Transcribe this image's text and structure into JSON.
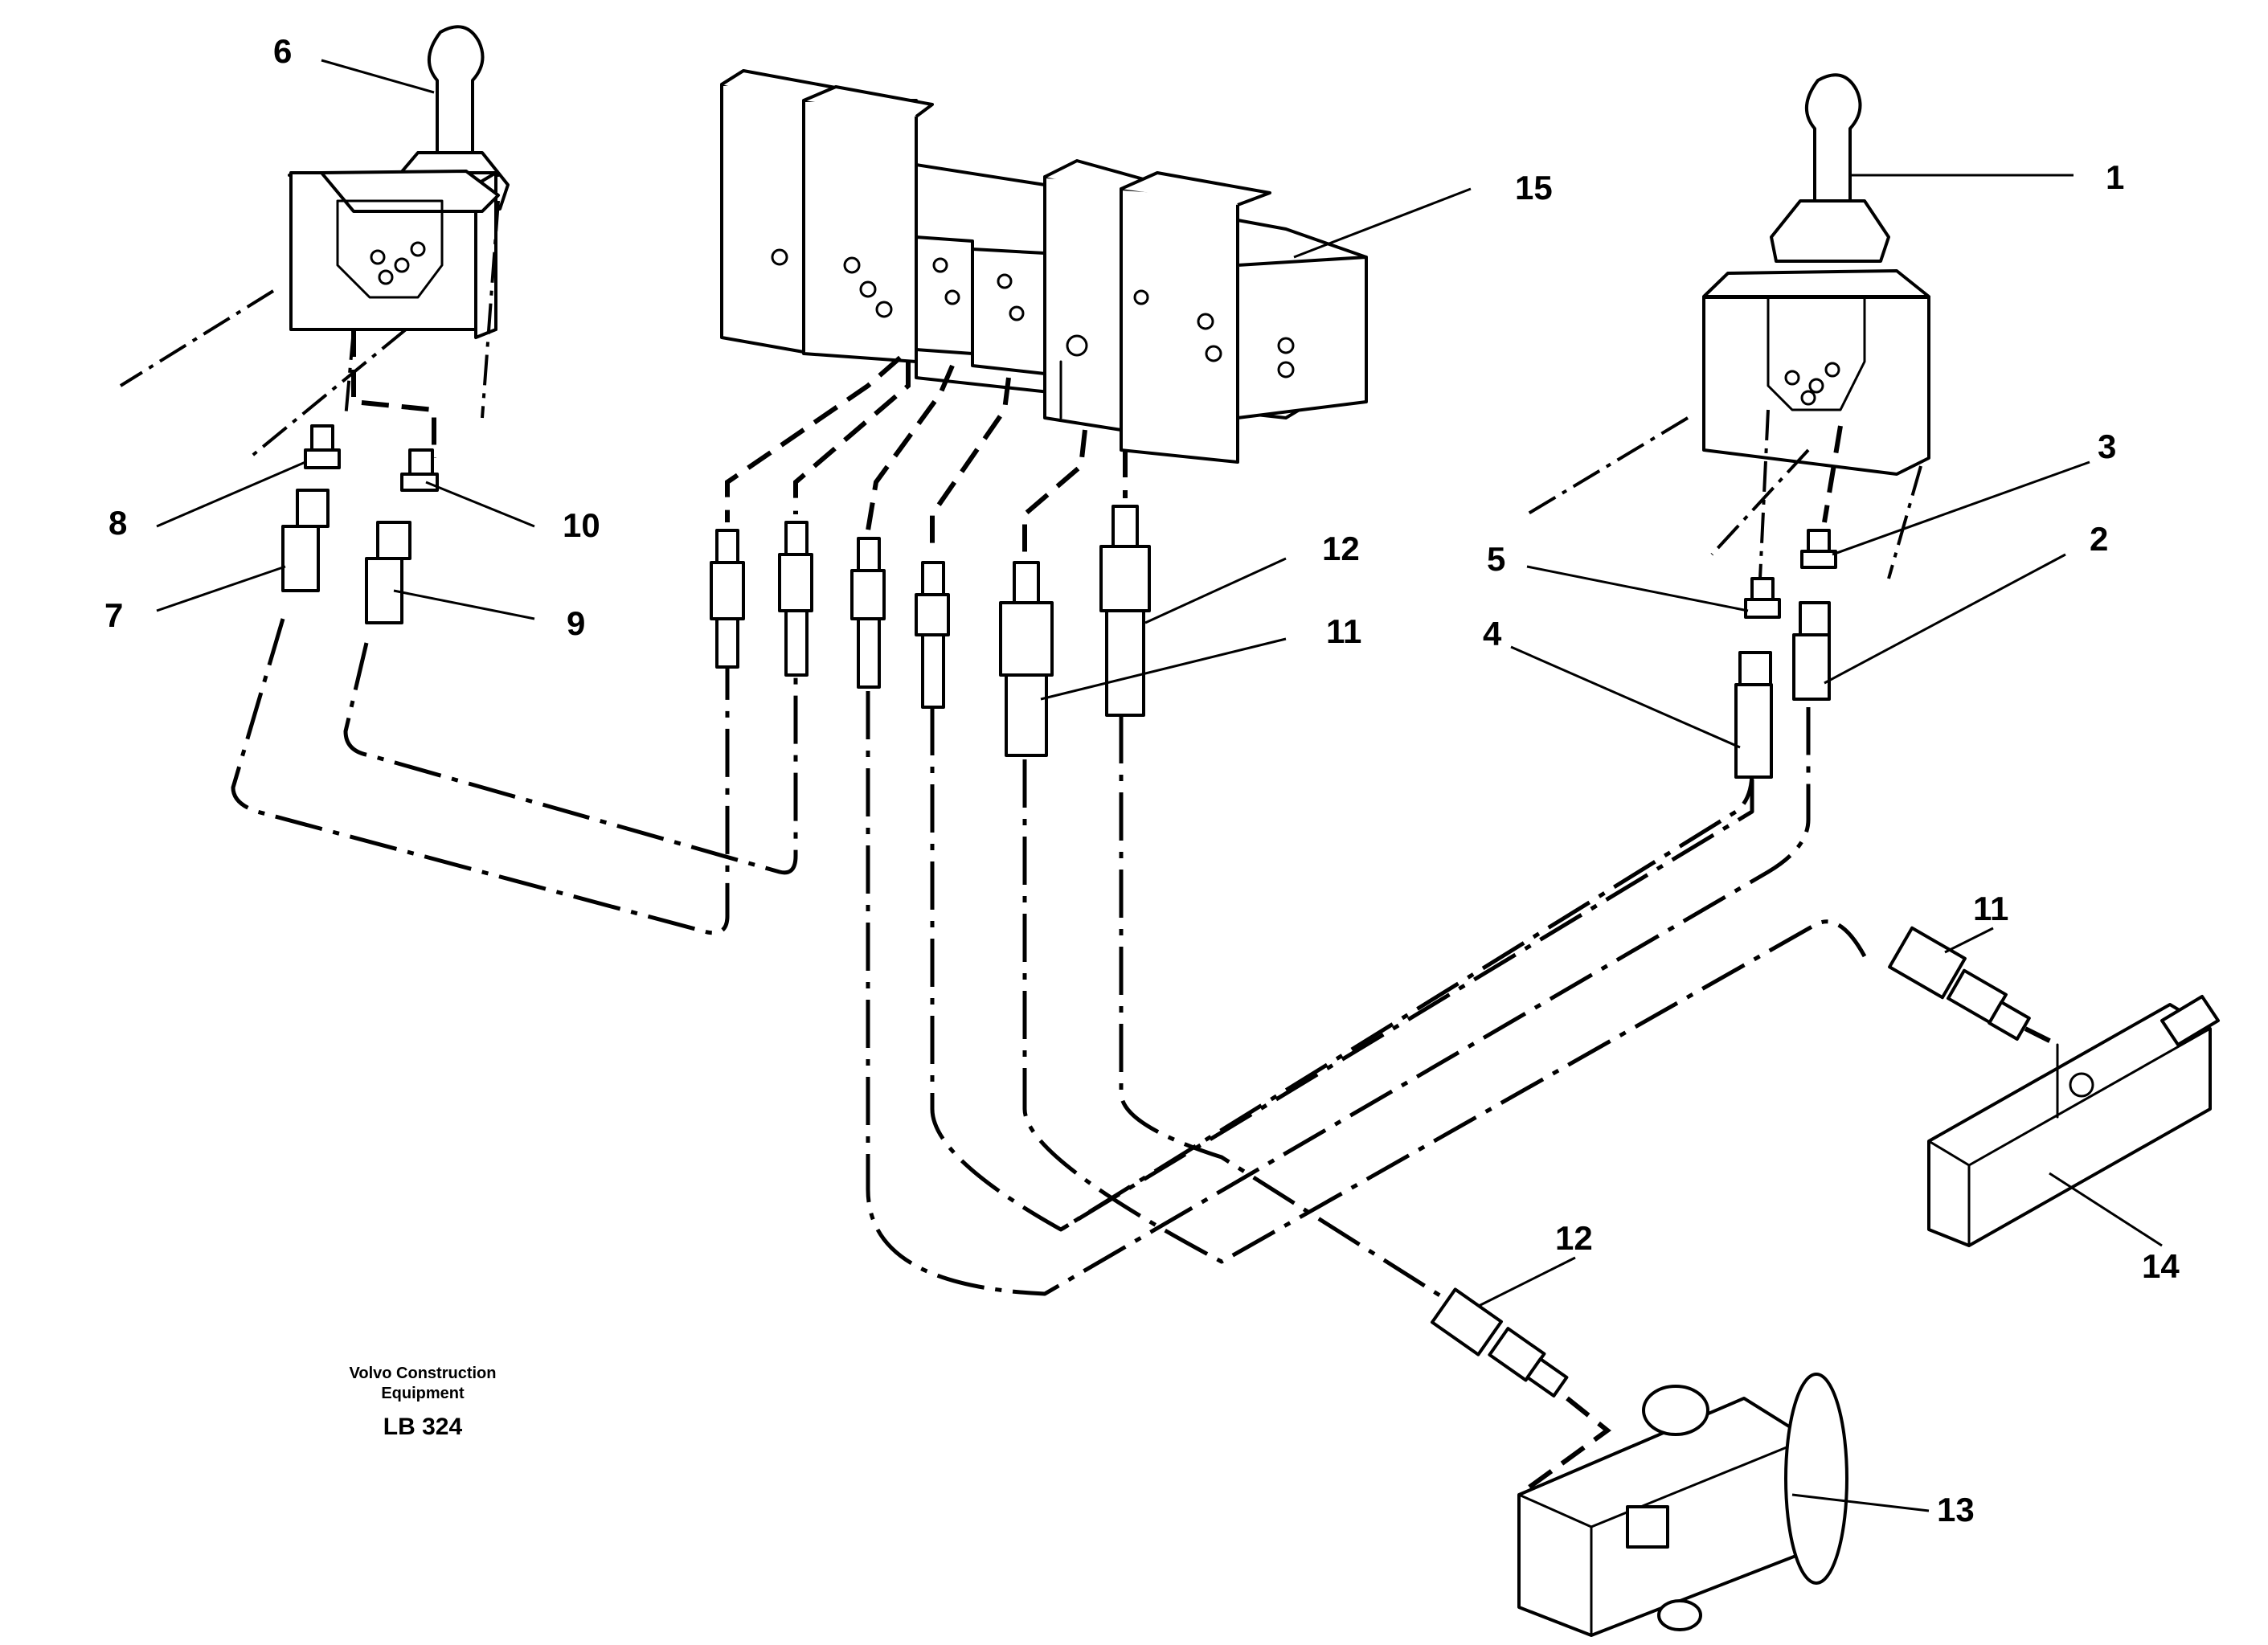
{
  "diagram": {
    "callouts": [
      {
        "id": "c1",
        "label": "1"
      },
      {
        "id": "c2",
        "label": "2"
      },
      {
        "id": "c3",
        "label": "3"
      },
      {
        "id": "c4",
        "label": "4"
      },
      {
        "id": "c5",
        "label": "5"
      },
      {
        "id": "c6",
        "label": "6"
      },
      {
        "id": "c7",
        "label": "7"
      },
      {
        "id": "c8",
        "label": "8"
      },
      {
        "id": "c9",
        "label": "9"
      },
      {
        "id": "c10",
        "label": "10"
      },
      {
        "id": "c11a",
        "label": "11"
      },
      {
        "id": "c11b",
        "label": "11"
      },
      {
        "id": "c12a",
        "label": "12"
      },
      {
        "id": "c12b",
        "label": "12"
      },
      {
        "id": "c13",
        "label": "13"
      },
      {
        "id": "c14",
        "label": "14"
      },
      {
        "id": "c15",
        "label": "15"
      }
    ]
  },
  "caption": {
    "company_line1": "Volvo Construction",
    "company_line2": "Equipment",
    "code": "LB 324"
  }
}
